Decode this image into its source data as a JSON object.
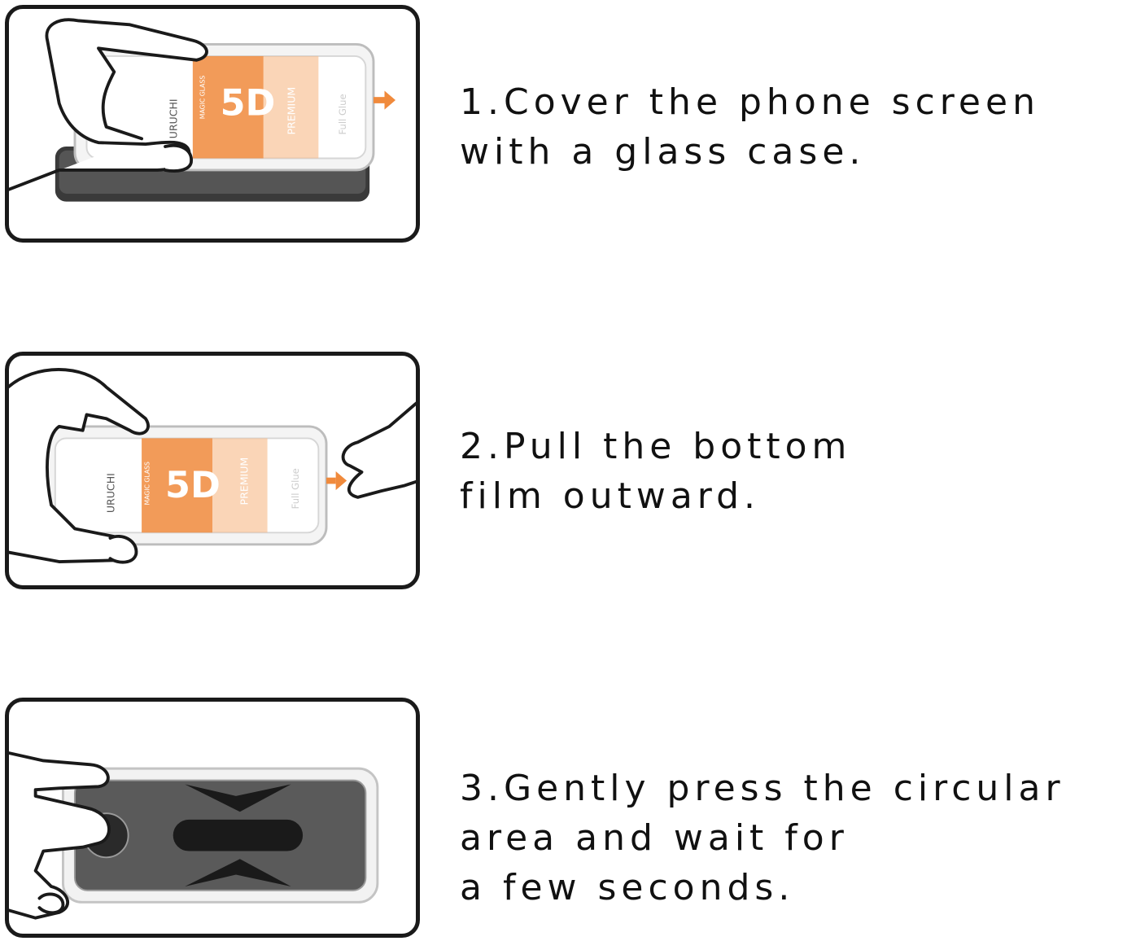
{
  "steps": [
    {
      "lines": [
        "1.Cover the phone screen",
        "with a glass case."
      ],
      "brand": "URUCHI",
      "badge": "PREMIUM",
      "glue": "Full Glue",
      "magic": "MAGIC GLASS"
    },
    {
      "lines": [
        "2.Pull the bottom",
        "film outward."
      ],
      "brand": "URUCHI",
      "badge": "PREMIUM",
      "glue": "Full Glue",
      "magic": "MAGIC GLASS"
    },
    {
      "lines": [
        "3.Gently press the circular",
        "area and wait for",
        "a few seconds."
      ]
    }
  ],
  "colors": {
    "accent": "#f08a3c",
    "frame": "#1a1a1a",
    "phone": "#3a3a3a"
  },
  "icons": [
    "hand-icon",
    "phone-icon",
    "glass-case-icon",
    "arrow-right-icon"
  ]
}
